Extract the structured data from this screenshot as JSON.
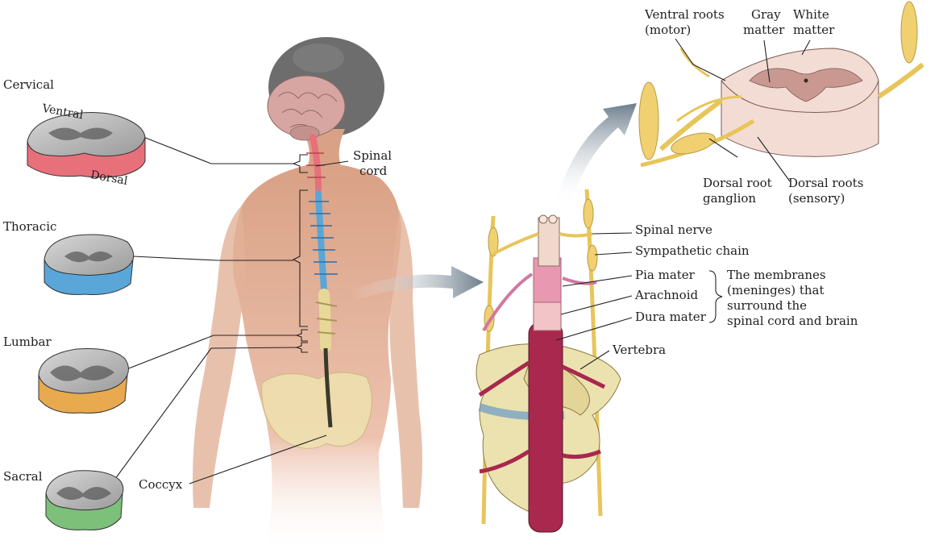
{
  "regions": {
    "cervical": "Cervical",
    "thoracic": "Thoracic",
    "lumbar": "Lumbar",
    "sacral": "Sacral"
  },
  "orientation": {
    "ventral": "Ventral",
    "dorsal": "Dorsal"
  },
  "body_labels": {
    "spinal_cord_1": "Spinal",
    "spinal_cord_2": "cord",
    "coccyx": "Coccyx"
  },
  "cross_section": {
    "ventral_roots_1": "Ventral roots",
    "ventral_roots_2": "(motor)",
    "gray_matter_1": "Gray",
    "gray_matter_2": "matter",
    "white_matter_1": "White",
    "white_matter_2": "matter",
    "drg_1": "Dorsal root",
    "drg_2": "ganglion",
    "dorsal_roots_1": "Dorsal roots",
    "dorsal_roots_2": "(sensory)"
  },
  "column_labels": {
    "spinal_nerve": "Spinal nerve",
    "sympathetic_chain": "Sympathetic chain",
    "pia_mater": "Pia mater",
    "arachnoid": "Arachnoid",
    "dura_mater": "Dura mater",
    "vertebra": "Vertebra"
  },
  "meninges_note": {
    "line1": "The membranes",
    "line2": "(meninges) that",
    "line3": "surround the",
    "line4": "spinal cord and brain"
  },
  "colors": {
    "cervical": "#e8707a",
    "thoracic": "#5aa6d8",
    "lumbar": "#e8a94f",
    "sacral": "#7cc07a",
    "skin": "#e8b49a",
    "bone": "#ece2b0",
    "nerve": "#f0d070",
    "vessel": "#a8284e"
  }
}
